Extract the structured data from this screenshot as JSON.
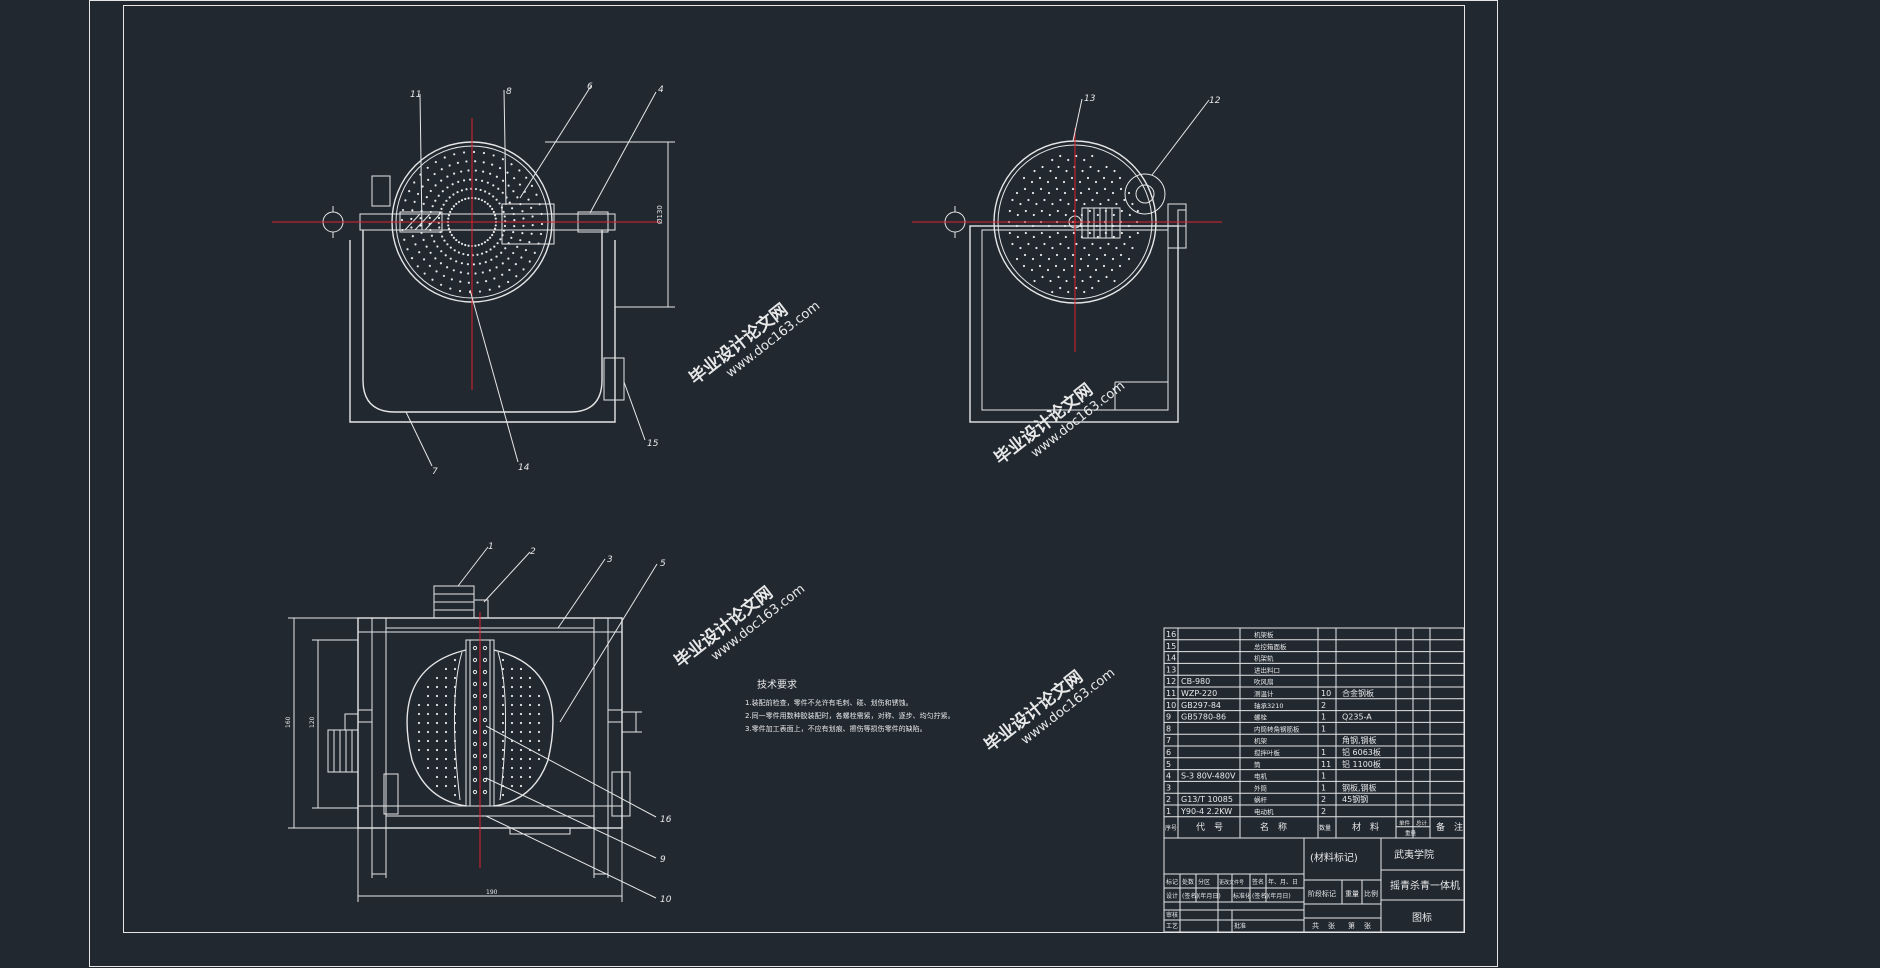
{
  "callouts": {
    "front": [
      "11",
      "8",
      "6",
      "4",
      "7",
      "14",
      "15"
    ],
    "side": [
      "13",
      "12"
    ],
    "top": [
      "1",
      "2",
      "3",
      "5",
      "16",
      "9",
      "10"
    ]
  },
  "tech": {
    "title": "技术要求",
    "lines": [
      "1.装配前检查，零件不允许有毛刺、碰、划伤和锈蚀。",
      "2.同一零件用数种胶装配时，各螺栓需紧，对称、逐步、均匀拧紧。",
      "3.零件加工表面上，不应有划痕、擦伤等损伤零件的缺陷。"
    ]
  },
  "bom": {
    "rows": [
      {
        "no": "16",
        "code": "",
        "name": "机架板",
        "qty": "",
        "mat": ""
      },
      {
        "no": "15",
        "code": "",
        "name": "总控箱面板",
        "qty": "",
        "mat": ""
      },
      {
        "no": "14",
        "code": "",
        "name": "机架轨",
        "qty": "",
        "mat": ""
      },
      {
        "no": "13",
        "code": "",
        "name": "进出料口",
        "qty": "",
        "mat": ""
      },
      {
        "no": "12",
        "code": "CB-980",
        "name": "吹风扇",
        "qty": "",
        "mat": ""
      },
      {
        "no": "11",
        "code": "WZP-220",
        "name": "测温计",
        "qty": "10",
        "mat": "合金钢板"
      },
      {
        "no": "10",
        "code": "GB297-84",
        "name": "轴承3210",
        "qty": "2",
        "mat": ""
      },
      {
        "no": "9",
        "code": "GB5780-86",
        "name": "螺栓",
        "qty": "1",
        "mat": "Q235-A"
      },
      {
        "no": "8",
        "code": "",
        "name": "内筒转角钢筋板",
        "qty": "1",
        "mat": ""
      },
      {
        "no": "7",
        "code": "",
        "name": "机架",
        "qty": "",
        "mat": "角钢,钢板"
      },
      {
        "no": "6",
        "code": "",
        "name": "搅拌叶板",
        "qty": "1",
        "mat": "铝 6063板"
      },
      {
        "no": "5",
        "code": "",
        "name": "筒",
        "qty": "11",
        "mat": "铝 1100板"
      },
      {
        "no": "4",
        "code": "S-3 80V-480V",
        "name": "电机",
        "qty": "1",
        "mat": ""
      },
      {
        "no": "3",
        "code": "",
        "name": "外筒",
        "qty": "1",
        "mat": "钢板,钢板"
      },
      {
        "no": "2",
        "code": "G13/T 10085",
        "name": "蜗杆",
        "qty": "2",
        "mat": "45钢钢"
      },
      {
        "no": "1",
        "code": "Y90-4 2.2KW",
        "name": "电动机",
        "qty": "2",
        "mat": ""
      }
    ],
    "header": {
      "no": "序号",
      "code": "代　号",
      "name": "名　称",
      "qty": "数量",
      "mat": "材　料",
      "w1": "单件",
      "w2": "总计",
      "weight": "重量",
      "remark": "备　注"
    },
    "material_mark": "(材料标记)",
    "school": "武夷学院",
    "title": "摇青杀青一体机",
    "drawing_no": "图标",
    "sig_labels": [
      "标记",
      "处数",
      "分区",
      "更改文件号",
      "签名",
      "年、月、日"
    ],
    "sig_labels2": [
      "设计",
      "(签名)",
      "(年月日)",
      "标准化",
      "(签名)",
      "(年月日)"
    ],
    "stage_labels": [
      "阶段标记",
      "重量",
      "比例"
    ],
    "bottom_labels": [
      "共",
      "张",
      "第",
      "张"
    ],
    "left_labels": [
      "审核",
      "工艺",
      "批准"
    ]
  },
  "watermark": {
    "line1": "毕业设计论文网",
    "line2": "www.doc163.com"
  },
  "dims": {
    "front_height": "Ø130",
    "top_width": "190",
    "top_height": "120",
    "top_height2": "160"
  }
}
